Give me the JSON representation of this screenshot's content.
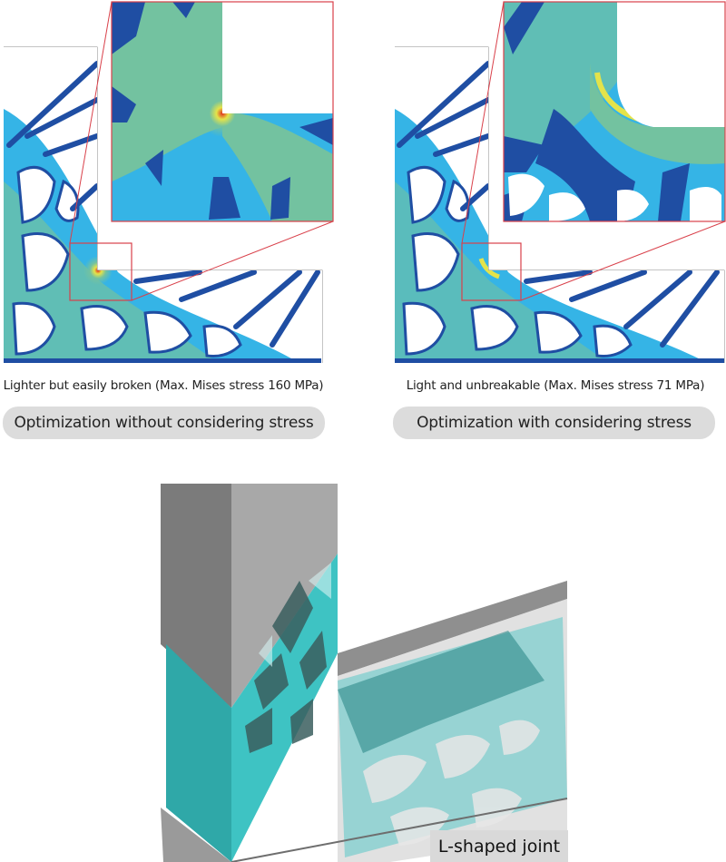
{
  "left_panel": {
    "caption": "Lighter but easily broken (Max. Mises stress 160 MPa)",
    "label": "Optimization without considering stress"
  },
  "right_panel": {
    "caption": "Light and unbreakable (Max. Mises stress 71 MPa)",
    "label": "Optimization with considering stress"
  },
  "joint": {
    "label": "L-shaped joint"
  },
  "colors": {
    "structure_dark": "#1f4ea3",
    "structure_light": "#35b4e6",
    "stress_green": "#73c2a0",
    "stress_yellow": "#e4e34a",
    "stress_red": "#e0301e",
    "zoom_frame": "#d9404a",
    "fill_teal": "#3ec3c3",
    "metal_gray": "#8d8d8d"
  }
}
